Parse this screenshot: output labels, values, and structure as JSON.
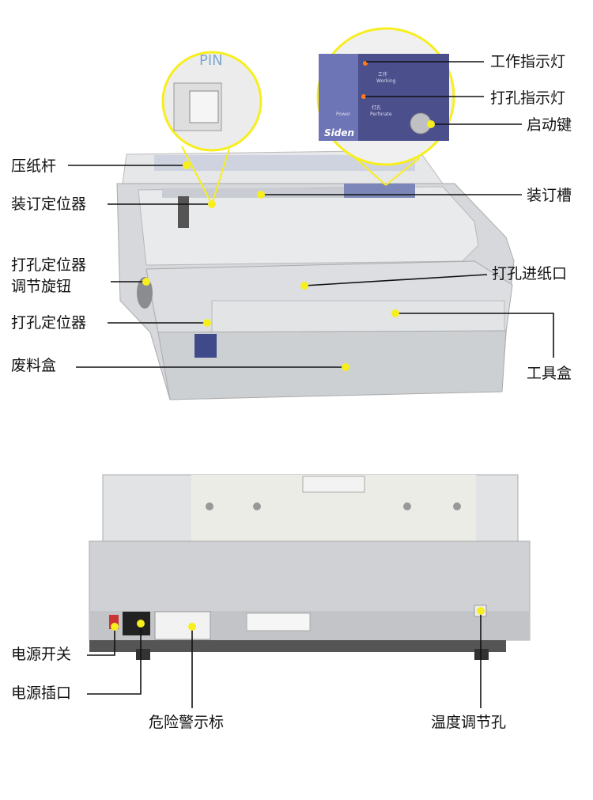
{
  "front_view": {
    "labels": {
      "work_indicator": "工作指示灯",
      "punch_indicator": "打孔指示灯",
      "start_button": "启动键",
      "paper_press_bar": "压纸杆",
      "binding_positioner": "装订定位器",
      "binding_slot": "装订槽",
      "punch_positioner_knob_line1": "打孔定位器",
      "punch_positioner_knob_line2": "调节旋钮",
      "punch_paper_inlet": "打孔进纸口",
      "punch_positioner": "打孔定位器",
      "waste_box": "废料盒",
      "tool_box": "工具盒"
    },
    "panel_text": {
      "work_cn": "工作",
      "work_en": "Working",
      "perforate_cn": "打孔",
      "perforate_en": "Perforate",
      "power_en": "Power",
      "brand": "Siden",
      "pin_mark": "PIN"
    }
  },
  "back_view": {
    "labels": {
      "power_switch": "电源开关",
      "power_socket": "电源插口",
      "warning_label": "危险警示标",
      "temperature_hole": "温度调节孔"
    }
  },
  "colors": {
    "accent_yellow": "#f7ee1e",
    "machine_gray": "#d6d8db",
    "panel_blue": "#4b4f8c"
  }
}
